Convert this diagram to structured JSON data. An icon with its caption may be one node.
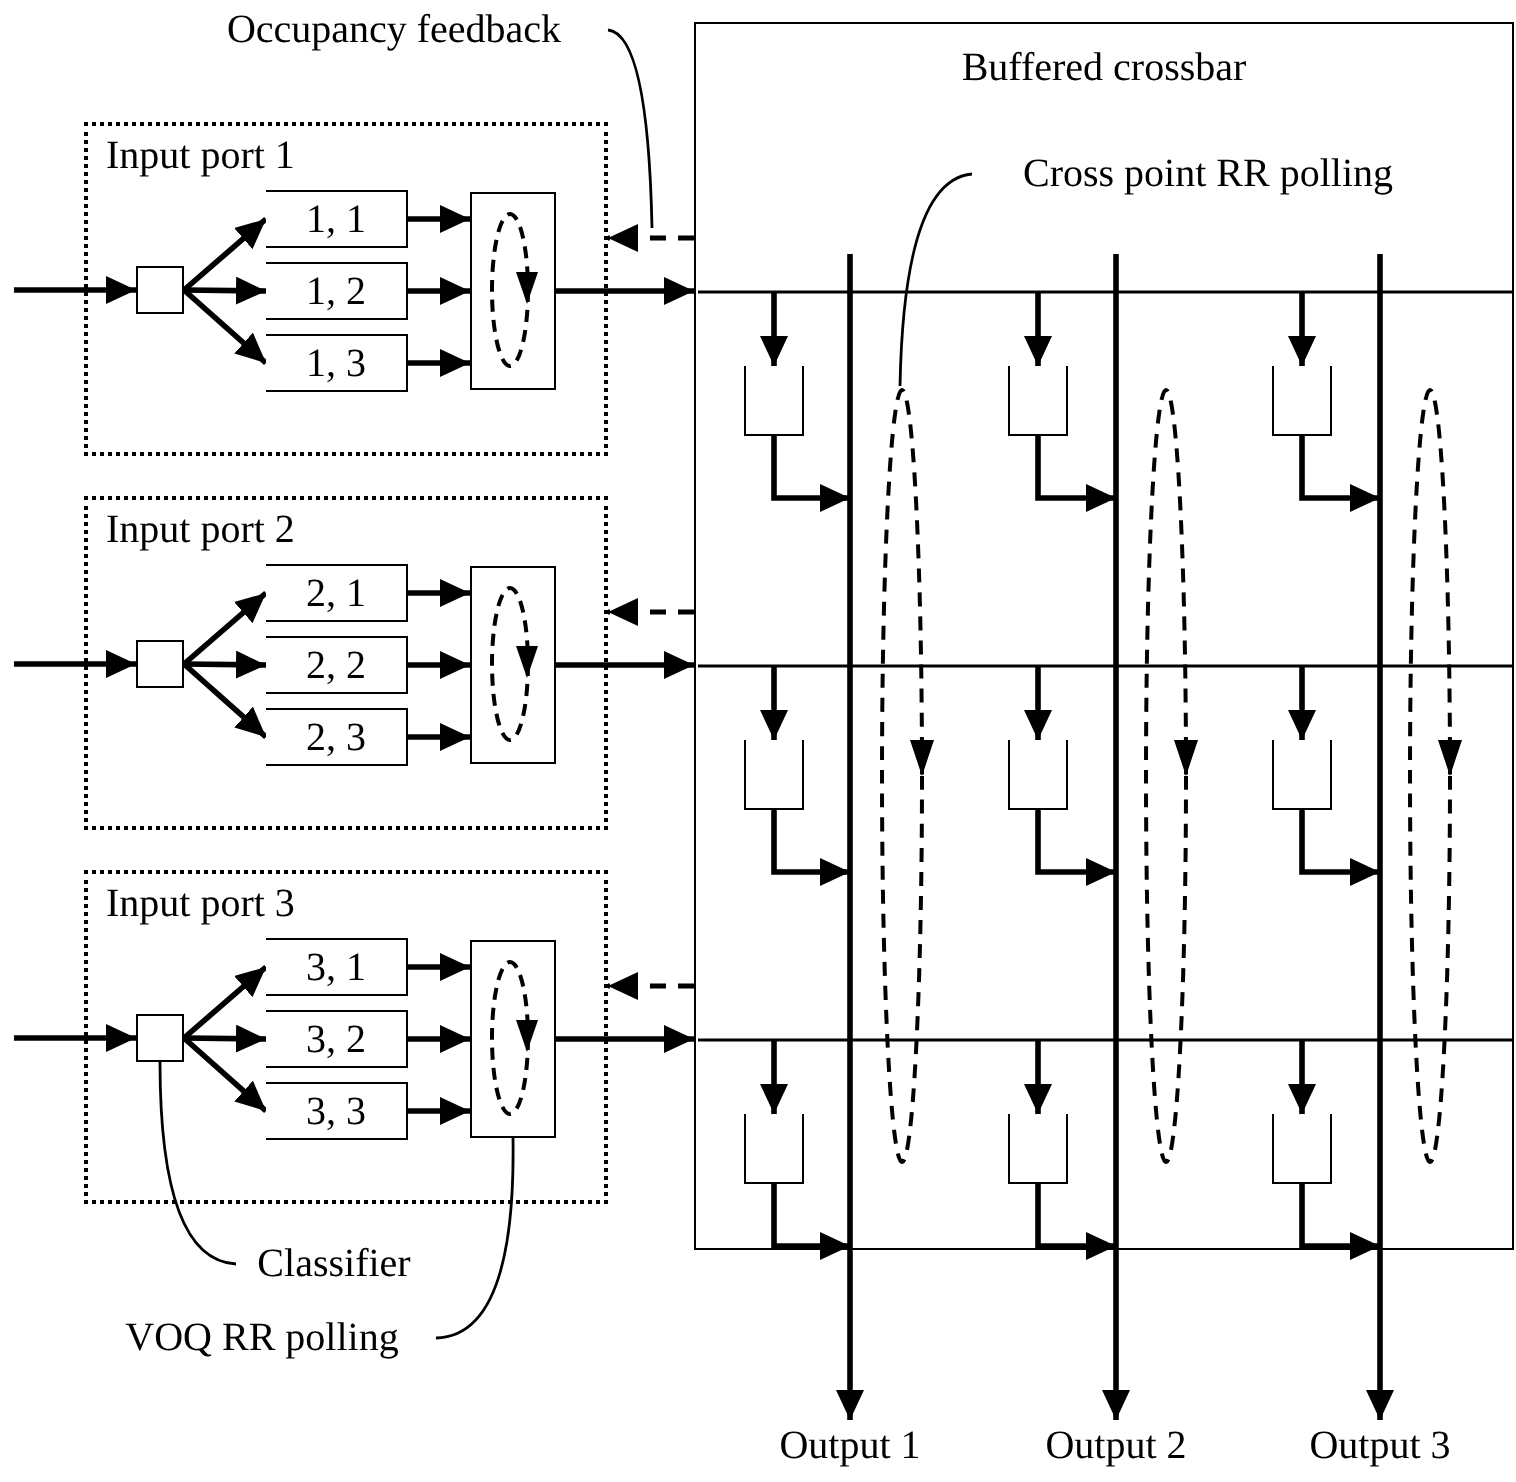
{
  "diagram": {
    "nodes": [
      {
        "text": [
          "Input port 1"
        ]
      },
      {
        "text": [],
        "shape": "box",
        "in": 0
      },
      {
        "text": [
          "1, 1"
        ],
        "in": 0
      },
      {
        "text": [
          "1, 2"
        ],
        "in": 0
      },
      {
        "text": [
          "1, 3"
        ],
        "in": 0
      },
      {
        "text": [],
        "shape": "box",
        "in": 0
      },
      {
        "text": [
          "Input port 2"
        ]
      },
      {
        "text": [],
        "shape": "box",
        "in": 6
      },
      {
        "text": [
          "2, 1"
        ],
        "in": 6
      },
      {
        "text": [
          "2, 2"
        ],
        "in": 6
      },
      {
        "text": [
          "2, 3"
        ],
        "in": 6
      },
      {
        "text": [],
        "shape": "box",
        "in": 6
      },
      {
        "text": [
          "Input port 3"
        ]
      },
      {
        "text": [],
        "shape": "box",
        "in": 12
      },
      {
        "text": [
          "3, 1"
        ],
        "in": 12
      },
      {
        "text": [
          "3, 2"
        ],
        "in": 12
      },
      {
        "text": [
          "3, 3"
        ],
        "in": 12
      },
      {
        "text": [],
        "shape": "box",
        "in": 12
      },
      {
        "text": [
          "Buffered crossbar"
        ]
      },
      {
        "text": [],
        "shape": "queue",
        "in": 18
      },
      {
        "text": [],
        "shape": "queue",
        "in": 18
      },
      {
        "text": [],
        "shape": "queue",
        "in": 18
      },
      {
        "text": [],
        "shape": "queue",
        "in": 18
      },
      {
        "text": [],
        "shape": "queue",
        "in": 18
      },
      {
        "text": [],
        "shape": "queue",
        "in": 18
      },
      {
        "text": [],
        "shape": "queue",
        "in": 18
      },
      {
        "text": [],
        "shape": "queue",
        "in": 18
      },
      {
        "text": [],
        "shape": "queue",
        "in": 18
      },
      {
        "text": [
          "Output 1"
        ]
      },
      {
        "text": [
          "Output 2"
        ]
      },
      {
        "text": [
          "Output 3"
        ]
      },
      {
        "text": [
          "Occupancy feedback"
        ]
      },
      {
        "text": [
          "Cross point RR polling"
        ],
        "in": 18
      },
      {
        "text": [
          "Classifier"
        ]
      },
      {
        "text": [
          "VOQ RR polling"
        ]
      }
    ],
    "edges": [
      {
        "from": null,
        "to": 1,
        "arrow": "to"
      },
      {
        "from": 1,
        "to": 2,
        "arrow": "to"
      },
      {
        "from": 1,
        "to": 3,
        "arrow": "to"
      },
      {
        "from": 1,
        "to": 4,
        "arrow": "to"
      },
      {
        "from": 2,
        "to": 5,
        "arrow": "to"
      },
      {
        "from": 3,
        "to": 5,
        "arrow": "to"
      },
      {
        "from": 4,
        "to": 5,
        "arrow": "to"
      },
      {
        "from": 5,
        "to": 18,
        "arrow": "to"
      },
      {
        "from": 18,
        "to": 0,
        "arrow": "to",
        "style": "dashed"
      },
      {
        "from": null,
        "to": 7,
        "arrow": "to"
      },
      {
        "from": 7,
        "to": 8,
        "arrow": "to"
      },
      {
        "from": 7,
        "to": 9,
        "arrow": "to"
      },
      {
        "from": 7,
        "to": 10,
        "arrow": "to"
      },
      {
        "from": 8,
        "to": 11,
        "arrow": "to"
      },
      {
        "from": 9,
        "to": 11,
        "arrow": "to"
      },
      {
        "from": 10,
        "to": 11,
        "arrow": "to"
      },
      {
        "from": 11,
        "to": 18,
        "arrow": "to"
      },
      {
        "from": 18,
        "to": 6,
        "arrow": "to",
        "style": "dashed"
      },
      {
        "from": null,
        "to": 13,
        "arrow": "to"
      },
      {
        "from": 13,
        "to": 14,
        "arrow": "to"
      },
      {
        "from": 13,
        "to": 15,
        "arrow": "to"
      },
      {
        "from": 13,
        "to": 16,
        "arrow": "to"
      },
      {
        "from": 14,
        "to": 17,
        "arrow": "to"
      },
      {
        "from": 15,
        "to": 17,
        "arrow": "to"
      },
      {
        "from": 16,
        "to": 17,
        "arrow": "to"
      },
      {
        "from": 17,
        "to": 18,
        "arrow": "to"
      },
      {
        "from": 18,
        "to": 12,
        "arrow": "to",
        "style": "dashed"
      },
      {
        "from": null,
        "to": 19,
        "arrow": "to"
      },
      {
        "from": null,
        "to": 20,
        "arrow": "to"
      },
      {
        "from": null,
        "to": 21,
        "arrow": "to"
      },
      {
        "from": null,
        "to": 22,
        "arrow": "to"
      },
      {
        "from": null,
        "to": 23,
        "arrow": "to"
      },
      {
        "from": null,
        "to": 24,
        "arrow": "to"
      },
      {
        "from": null,
        "to": 25,
        "arrow": "to"
      },
      {
        "from": null,
        "to": 26,
        "arrow": "to"
      },
      {
        "from": null,
        "to": 27,
        "arrow": "to"
      },
      {
        "from": 19,
        "to": null,
        "arrow": "to"
      },
      {
        "from": 20,
        "to": null,
        "arrow": "to"
      },
      {
        "from": 21,
        "to": null,
        "arrow": "to"
      },
      {
        "from": 22,
        "to": null,
        "arrow": "to"
      },
      {
        "from": 23,
        "to": null,
        "arrow": "to"
      },
      {
        "from": 24,
        "to": null,
        "arrow": "to"
      },
      {
        "from": 25,
        "to": null,
        "arrow": "to"
      },
      {
        "from": 26,
        "to": null,
        "arrow": "to"
      },
      {
        "from": 27,
        "to": null,
        "arrow": "to"
      },
      {
        "from": null,
        "to": 28,
        "arrow": "to"
      },
      {
        "from": null,
        "to": 29,
        "arrow": "to"
      },
      {
        "from": null,
        "to": 30,
        "arrow": "to"
      },
      {
        "from": 31,
        "to": null,
        "arrow": "none"
      },
      {
        "from": 32,
        "to": null,
        "arrow": "none"
      },
      {
        "from": 33,
        "to": 13,
        "arrow": "none"
      },
      {
        "from": 34,
        "to": 17,
        "arrow": "none"
      }
    ]
  }
}
